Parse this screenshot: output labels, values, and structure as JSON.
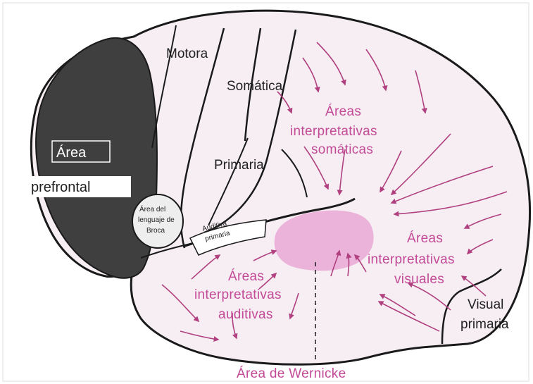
{
  "diagram": {
    "labels": {
      "motora": "Motora",
      "somatica": "Somática",
      "primaria": "Primaria",
      "area_prefrontal_line1": "Área",
      "area_prefrontal_line2": "prefrontal",
      "broca_line1": "Área del",
      "broca_line2": "lenguaje de",
      "broca_line3": "Broca",
      "auditiva_primaria_line1": "Auditiva",
      "auditiva_primaria_line2": "primaria",
      "somatic_interp_line1": "Áreas",
      "somatic_interp_line2": "interpretativas",
      "somatic_interp_line3": "somáticas",
      "visual_interp_line1": "Áreas",
      "visual_interp_line2": "interpretativas",
      "visual_interp_line3": "visuales",
      "auditory_interp_line1": "Áreas",
      "auditory_interp_line2": "interpretativas",
      "auditory_interp_line3": "auditivas",
      "visual_primaria_line1": "Visual",
      "visual_primaria_line2": "primaria",
      "wernicke": "Área de Wernicke"
    },
    "colors": {
      "outline": "#1a1a1a",
      "prefrontal_fill": "#3f3f3f",
      "cortex_fill": "#f6eef3",
      "pink_text": "#c24a96",
      "arrow": "#b0407f",
      "wernicke_fill": "#e9a8d3"
    }
  }
}
